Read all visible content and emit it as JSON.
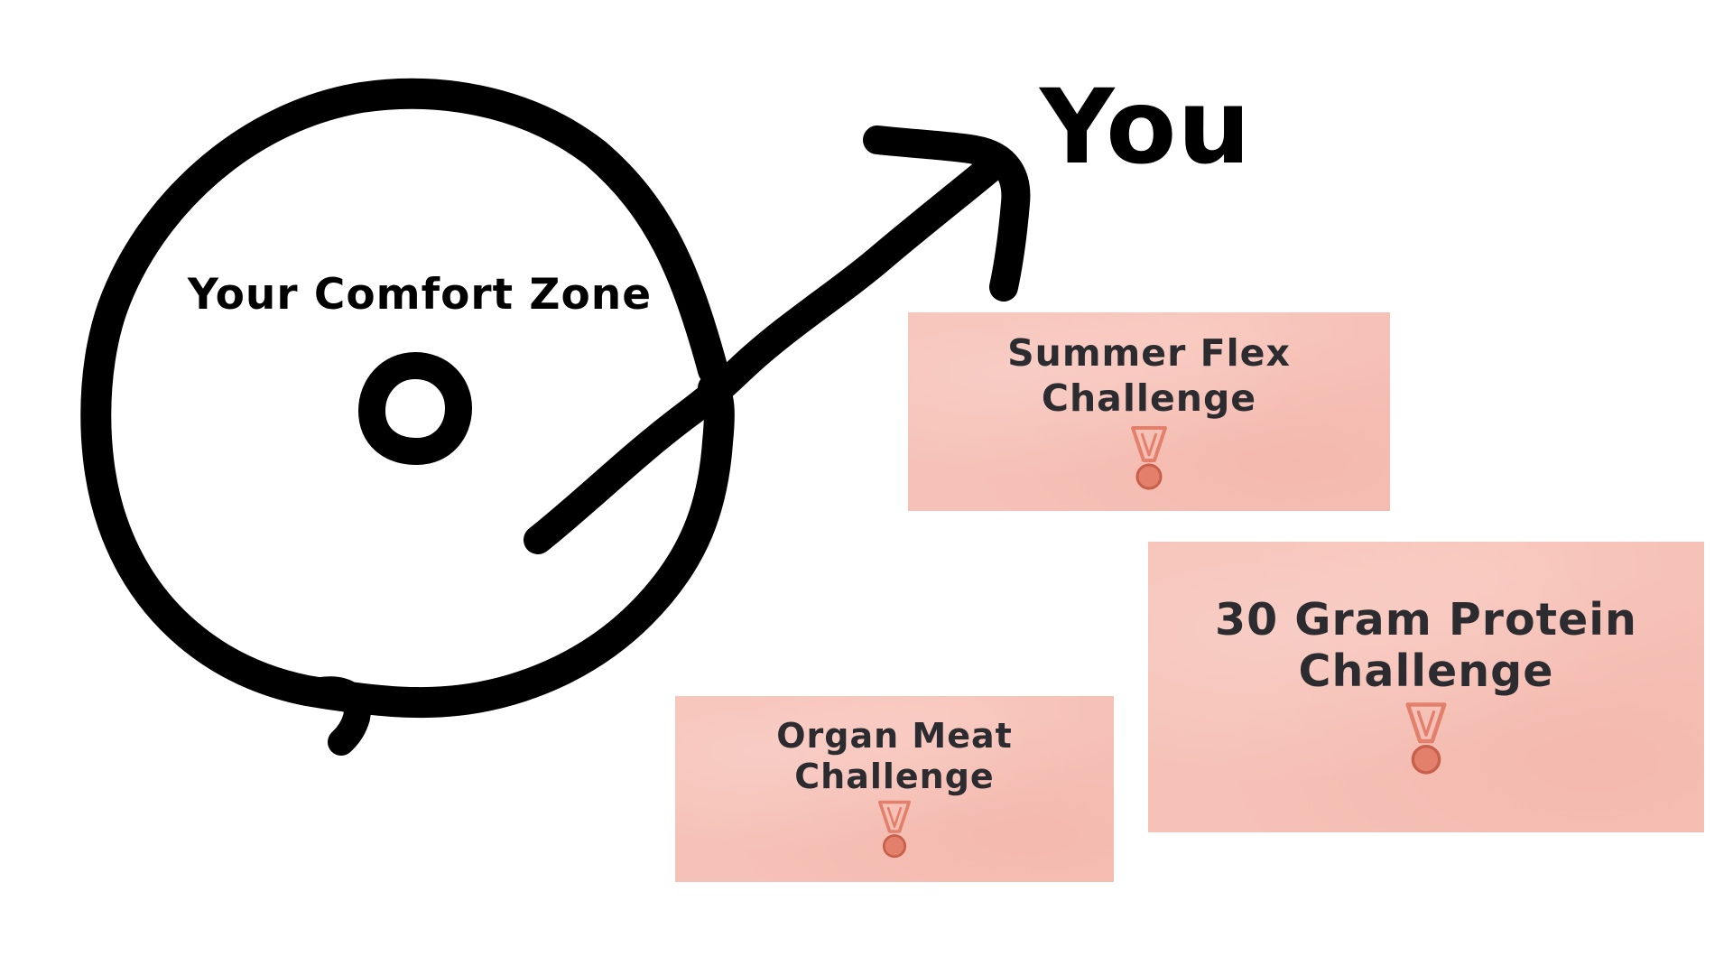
{
  "diagram": {
    "target_label": "You",
    "zone_label": "Your Comfort Zone",
    "stroke_color": "#000000",
    "card_color": "#f6c1b7",
    "card_text_color": "#2b2b30",
    "medal_color": "#e3806b",
    "medal_icon": "medal-icon",
    "cards": [
      {
        "line1": "Summer Flex",
        "line2": "Challenge"
      },
      {
        "line1": "30 Gram Protein",
        "line2": "Challenge"
      },
      {
        "line1": "Organ Meat",
        "line2": "Challenge"
      }
    ]
  }
}
